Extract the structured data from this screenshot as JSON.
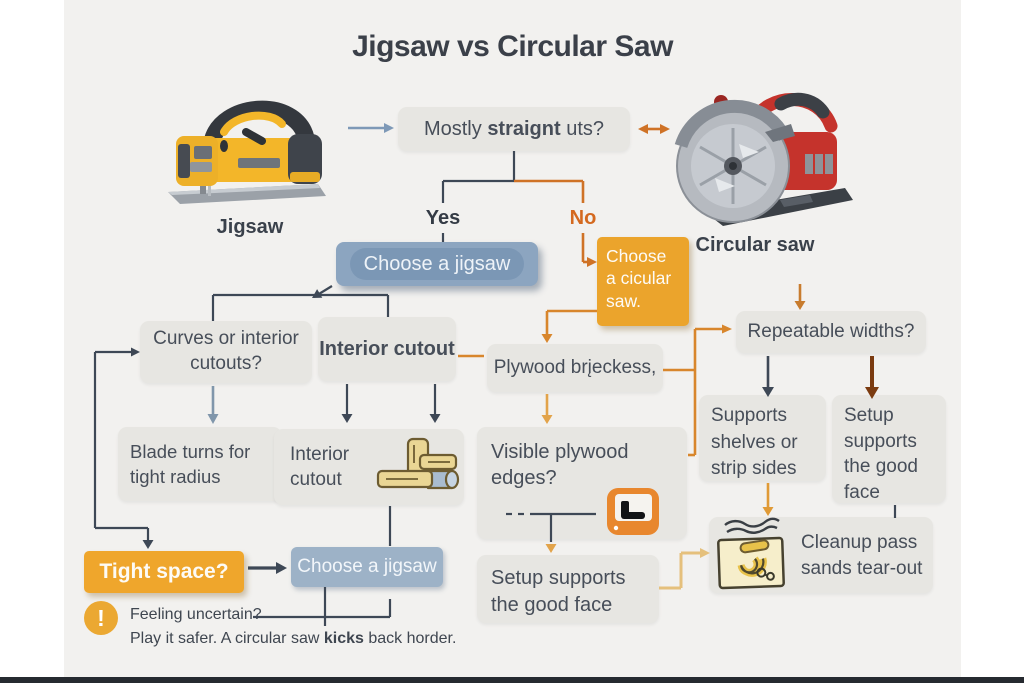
{
  "title": "Jigsaw vs Circular Saw",
  "tools": {
    "jigsaw_label": "Jigsaw",
    "circular_label": "Circular saw"
  },
  "branches": {
    "yes": "Yes",
    "no": "No"
  },
  "nodes": {
    "root_pre": "Mostly ",
    "root_bold": "straignt",
    "root_post": " uts?",
    "choose_jigsaw_1": "Choose a jigsaw",
    "choose_circular": "Choose a cicular saw.",
    "curves_question": "Curves or interior cutouts?",
    "interior_question": "Interior cutout",
    "blade_turns": "Blade turns for tight radius",
    "interior_result": "Interior cutout",
    "tight_space": "Tight space?",
    "choose_jigsaw_2": "Choose a jigsaw",
    "plywood_thickness": "Plywood brįeckess,",
    "visible_edges": "Visible plywood edges?",
    "setup_supports_mid": "Setup supports the good face",
    "repeatable_widths": "Repeatable widths?",
    "supports_shelves": "Supports shelves or strip sides",
    "setup_supports_right": "Setup supports the good face",
    "cleanup_pass": "Cleanup pass sands tear-out"
  },
  "footnote": {
    "warning_glyph": "!",
    "line1": "Feeling uncertain?",
    "line2_pre": "Play it safer. A circular saw ",
    "line2_bold": "kicks",
    "line2_post": " back horder."
  },
  "colors": {
    "canvas": "#f2f1ef",
    "node_gray": "#e7e6e2",
    "accent_orange": "#eba42c",
    "accent_blue": "#8ca5c0",
    "arrow_dark": "#3e4856",
    "arrow_orange": "#d8862c",
    "arrow_brown": "#7b3b10",
    "text_dark": "#474e59"
  }
}
